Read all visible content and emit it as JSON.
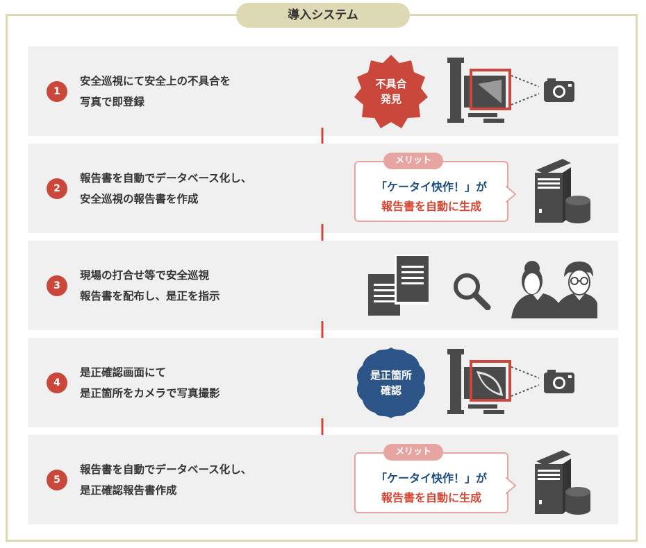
{
  "title": "導入システム",
  "steps": [
    {
      "number": "1",
      "line1": "安全巡視にて安全上の不具合を",
      "line2": "写真で即登録",
      "badge": {
        "line1": "不具合",
        "line2": "発見",
        "color": "#c9483b"
      }
    },
    {
      "number": "2",
      "line1": "報告書を自動でデータベース化し、",
      "line2": "安全巡視の報告書を作成",
      "bubble": {
        "tab": "メリット",
        "line1": "「ケータイ快作！」が",
        "line2": "報告書を自動に生成"
      }
    },
    {
      "number": "3",
      "line1": "現場の打合せ等で安全巡視",
      "line2": "報告書を配布し、是正を指示"
    },
    {
      "number": "4",
      "line1": "是正確認画面にて",
      "line2": "是正箇所をカメラで写真撮影",
      "badge": {
        "line1": "是正箇所",
        "line2": "確認",
        "color": "#2d5486"
      }
    },
    {
      "number": "5",
      "line1": "報告書を自動でデータベース化し、",
      "line2": "是正確認報告書作成",
      "bubble": {
        "tab": "メリット",
        "line1": "「ケータイ快作！」が",
        "line2": "報告書を自動に生成"
      }
    }
  ],
  "colors": {
    "accent_red": "#c9483b",
    "bubble_pink": "#e7a5a1",
    "badge_blue": "#2d5486",
    "frame": "#ddd9b4",
    "icon_gray": "#4a4a4a"
  },
  "icons": [
    "pipe-icon",
    "camera-icon",
    "server-icon",
    "database-icon",
    "document-icon",
    "magnifier-icon",
    "people-icon"
  ]
}
